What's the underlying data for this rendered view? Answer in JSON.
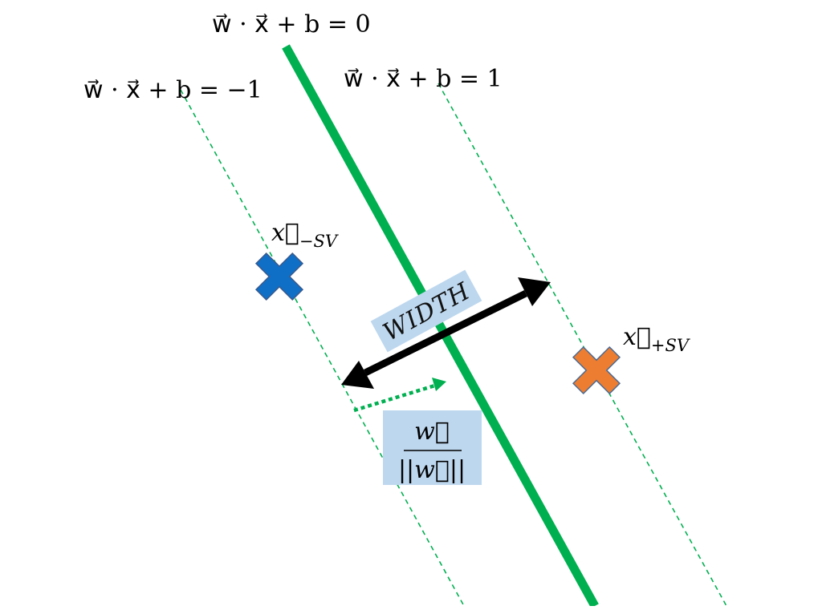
{
  "equations": {
    "center": "w⃗ · x⃗ + b = 0",
    "negative": "w⃗ · x⃗ + b = −1",
    "positive": "w⃗ · x⃗ + b = 1"
  },
  "support_vectors": {
    "negative": {
      "label_base": "x⃗",
      "label_sub": "−SV",
      "color": "#0F6FC6"
    },
    "positive": {
      "label_base": "x⃗",
      "label_sub": "+SV",
      "color": "#ED7D31"
    }
  },
  "width_label": "WIDTH",
  "unit_vector": {
    "numerator": "w⃗",
    "denominator": "||w⃗||"
  },
  "colors": {
    "hyperplane": "#00B050",
    "margin": "#00B050",
    "label_box": "#BDD7EE",
    "arrow": "#000000"
  }
}
